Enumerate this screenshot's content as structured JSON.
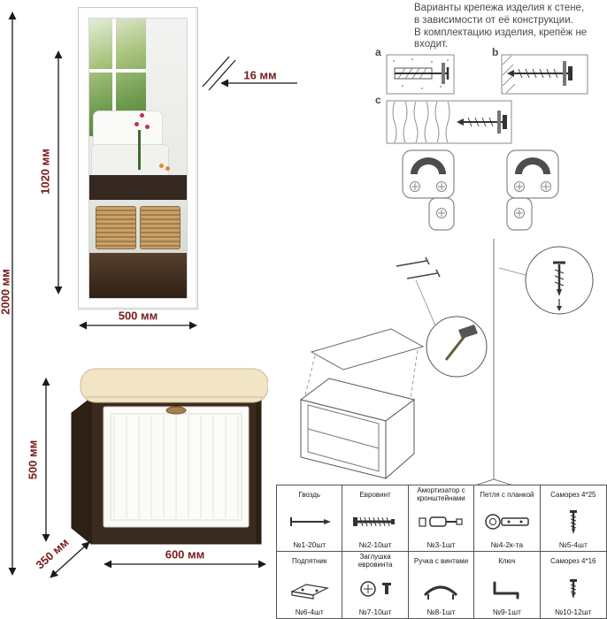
{
  "note": {
    "line1": "Варианты крепежа изделия к стене,",
    "line2": "в зависимости от её конструкции.",
    "line3": "В комплектацию изделия, крепёж не",
    "line4": "входит."
  },
  "dimensions": {
    "overall_height": "2000 мм",
    "mirror_height": "1020 мм",
    "mirror_width": "500 мм",
    "mirror_thickness": "16 мм",
    "bench_height": "500 мм",
    "bench_depth": "350 мм",
    "bench_width": "600 мм"
  },
  "fastening": {
    "labels": [
      "a",
      "b",
      "c"
    ]
  },
  "hardware_table": {
    "rows": [
      [
        {
          "name": "Гвоздь",
          "count": "№1-20шт",
          "icon": "nail-icon"
        },
        {
          "name": "Евровинт",
          "count": "№2-10шт",
          "icon": "euro-screw-icon"
        },
        {
          "name": "Амортизатор с кронштейнами",
          "count": "№3-1шт",
          "icon": "damper-icon"
        },
        {
          "name": "Петля с планкой",
          "count": "№4-2к-та",
          "icon": "hinge-icon"
        },
        {
          "name": "Саморез 4*25",
          "count": "№5-4шт",
          "icon": "screw-long-icon"
        },
        {
          "name": "Подпятник",
          "count": "№6-4шт",
          "icon": "foot-pad-icon"
        },
        {
          "name": "Заглушка евровинта",
          "count": "№7-10шт",
          "icon": "cap-icon"
        },
        {
          "name": "Ручка с винтами",
          "count": "№8-1шт",
          "icon": "handle-icon"
        },
        {
          "name": "Ключ",
          "count": "№9-1шт",
          "icon": "hex-key-icon"
        },
        {
          "name": "Саморез 4*16",
          "count": "№10-12шт",
          "icon": "screw-short-icon"
        }
      ]
    ]
  },
  "colors": {
    "dimension_text": "#7a1c1c",
    "note_text": "#4a4a4a",
    "wenge": "#3b2b1e",
    "cushion": "#f1e5c6",
    "table_border": "#555555"
  }
}
